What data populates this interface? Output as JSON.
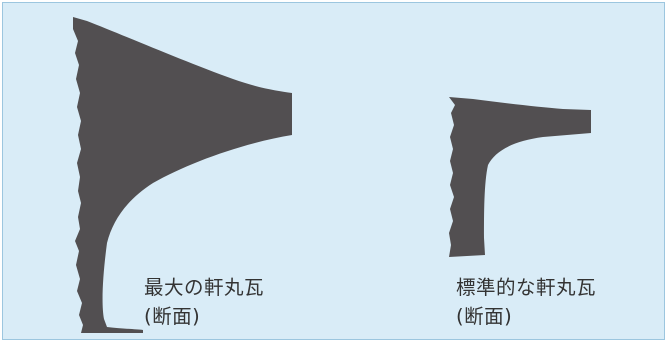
{
  "figure": {
    "colors": {
      "background": "#d9ecf7",
      "border": "#9cc6df",
      "tile_fill": "#524f51",
      "caption_text": "#333333"
    },
    "items": [
      {
        "name": "large",
        "label_line1": "最大の軒丸瓦",
        "label_line2": "(断面)"
      },
      {
        "name": "standard",
        "label_line1": "標準的な軒丸瓦",
        "label_line2": "(断面)"
      }
    ]
  }
}
